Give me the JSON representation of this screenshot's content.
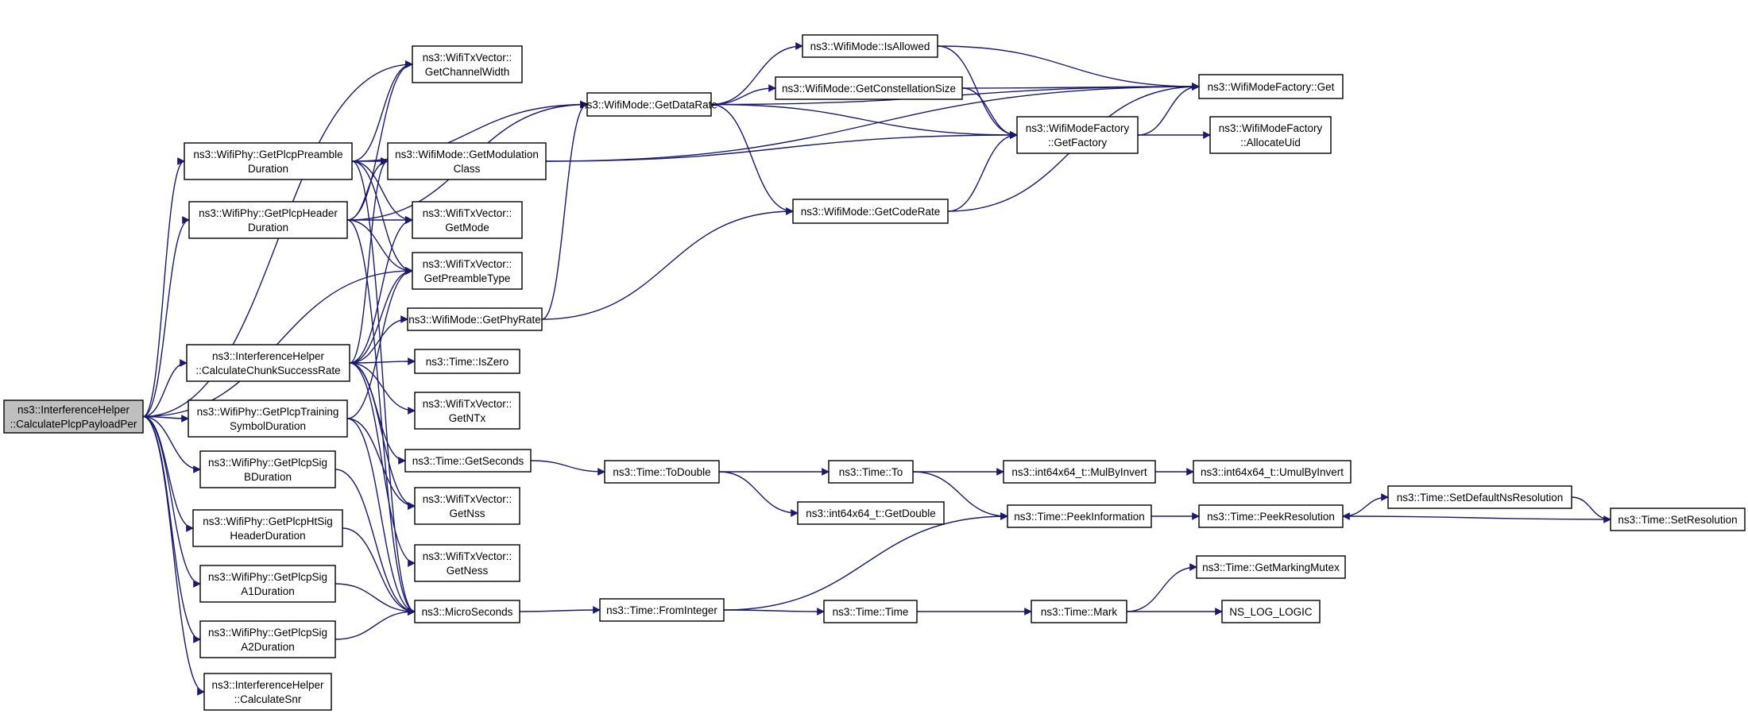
{
  "graph": {
    "type": "call-graph",
    "root": "root",
    "colors": {
      "edge": "#191970",
      "root_fill": "#bfbfbf",
      "node_fill": "#ffffff",
      "border": "#000000"
    },
    "nodes": {
      "root": [
        "ns3::InterferenceHelper",
        "::CalculatePlcpPayloadPer"
      ],
      "n1": [
        "ns3::WifiTxVector::",
        "GetChannelWidth"
      ],
      "n2": [
        "ns3::WifiPhy::GetPlcpPreamble",
        "Duration"
      ],
      "n3": [
        "ns3::WifiMode::GetModulation",
        "Class"
      ],
      "n4": [
        "ns3::WifiPhy::GetPlcpHeader",
        "Duration"
      ],
      "n5": [
        "ns3::WifiTxVector::",
        "GetMode"
      ],
      "n6": [
        "ns3::WifiTxVector::",
        "GetPreambleType"
      ],
      "n7": [
        "ns3::WifiMode::GetPhyRate"
      ],
      "n8": [
        "ns3::InterferenceHelper",
        "::CalculateChunkSuccessRate"
      ],
      "n9": [
        "ns3::Time::IsZero"
      ],
      "n10": [
        "ns3::WifiTxVector::",
        "GetNTx"
      ],
      "n11": [
        "ns3::WifiPhy::GetPlcpTraining",
        "SymbolDuration"
      ],
      "n12": [
        "ns3::Time::GetSeconds"
      ],
      "n13": [
        "ns3::WifiPhy::GetPlcpSig",
        "BDuration"
      ],
      "n14": [
        "ns3::WifiTxVector::",
        "GetNss"
      ],
      "n15": [
        "ns3::WifiPhy::GetPlcpHtSig",
        "HeaderDuration"
      ],
      "n16": [
        "ns3::WifiTxVector::",
        "GetNess"
      ],
      "n17": [
        "ns3::WifiPhy::GetPlcpSig",
        "A1Duration"
      ],
      "n18": [
        "ns3::MicroSeconds"
      ],
      "n19": [
        "ns3::WifiPhy::GetPlcpSig",
        "A2Duration"
      ],
      "n20": [
        "ns3::InterferenceHelper",
        "::CalculateSnr"
      ],
      "n21": [
        "ns3::WifiMode::GetDataRate"
      ],
      "n22": [
        "ns3::Time::ToDouble"
      ],
      "n23": [
        "ns3::Time::FromInteger"
      ],
      "n24": [
        "ns3::WifiMode::IsAllowed"
      ],
      "n25": [
        "ns3::WifiMode::GetConstellationSize"
      ],
      "n26": [
        "ns3::WifiMode::GetCodeRate"
      ],
      "n27": [
        "ns3::Time::To"
      ],
      "n28": [
        "ns3::int64x64_t::GetDouble"
      ],
      "n29": [
        "ns3::Time::Time"
      ],
      "n30": [
        "ns3::WifiModeFactory::Get"
      ],
      "n31": [
        "ns3::WifiModeFactory",
        "::GetFactory"
      ],
      "n32": [
        "ns3::int64x64_t::MulByInvert"
      ],
      "n33": [
        "ns3::Time::PeekInformation"
      ],
      "n34": [
        "ns3::Time::Mark"
      ],
      "n35": [
        "ns3::WifiModeFactory",
        "::AllocateUid"
      ],
      "n36": [
        "ns3::int64x64_t::UmulByInvert"
      ],
      "n37": [
        "ns3::Time::PeekResolution"
      ],
      "n38": [
        "ns3::Time::GetMarkingMutex"
      ],
      "n39": [
        "NS_LOG_LOGIC"
      ],
      "n40": [
        "ns3::Time::SetDefaultNsResolution"
      ],
      "n41": [
        "ns3::Time::SetResolution"
      ]
    },
    "edges": [
      [
        "root",
        "n1"
      ],
      [
        "root",
        "n2"
      ],
      [
        "root",
        "n4"
      ],
      [
        "root",
        "n6"
      ],
      [
        "root",
        "n8"
      ],
      [
        "root",
        "n11"
      ],
      [
        "root",
        "n13"
      ],
      [
        "root",
        "n15"
      ],
      [
        "root",
        "n17"
      ],
      [
        "root",
        "n19"
      ],
      [
        "root",
        "n20"
      ],
      [
        "n2",
        "n1"
      ],
      [
        "n2",
        "n3"
      ],
      [
        "n2",
        "n5"
      ],
      [
        "n2",
        "n6"
      ],
      [
        "n2",
        "n21"
      ],
      [
        "n2",
        "n18"
      ],
      [
        "n4",
        "n1"
      ],
      [
        "n4",
        "n3"
      ],
      [
        "n4",
        "n5"
      ],
      [
        "n4",
        "n6"
      ],
      [
        "n4",
        "n21"
      ],
      [
        "n4",
        "n18"
      ],
      [
        "n8",
        "n3"
      ],
      [
        "n8",
        "n5"
      ],
      [
        "n8",
        "n6"
      ],
      [
        "n8",
        "n7"
      ],
      [
        "n8",
        "n9"
      ],
      [
        "n8",
        "n10"
      ],
      [
        "n8",
        "n12"
      ],
      [
        "n8",
        "n14"
      ],
      [
        "n8",
        "n16"
      ],
      [
        "n11",
        "n6"
      ],
      [
        "n11",
        "n14"
      ],
      [
        "n11",
        "n18"
      ],
      [
        "n13",
        "n18"
      ],
      [
        "n15",
        "n18"
      ],
      [
        "n17",
        "n18"
      ],
      [
        "n19",
        "n18"
      ],
      [
        "n7",
        "n21"
      ],
      [
        "n7",
        "n26"
      ],
      [
        "n3",
        "n31"
      ],
      [
        "n3",
        "n30"
      ],
      [
        "n21",
        "n24"
      ],
      [
        "n21",
        "n25"
      ],
      [
        "n21",
        "n26"
      ],
      [
        "n21",
        "n30"
      ],
      [
        "n21",
        "n31"
      ],
      [
        "n24",
        "n30"
      ],
      [
        "n24",
        "n31"
      ],
      [
        "n25",
        "n30"
      ],
      [
        "n25",
        "n31"
      ],
      [
        "n26",
        "n31"
      ],
      [
        "n26",
        "n30"
      ],
      [
        "n31",
        "n30"
      ],
      [
        "n31",
        "n35"
      ],
      [
        "n12",
        "n22"
      ],
      [
        "n22",
        "n27"
      ],
      [
        "n22",
        "n28"
      ],
      [
        "n27",
        "n32"
      ],
      [
        "n27",
        "n33"
      ],
      [
        "n32",
        "n36"
      ],
      [
        "n33",
        "n37"
      ],
      [
        "n37",
        "n40"
      ],
      [
        "n40",
        "n41"
      ],
      [
        "n41",
        "n37"
      ],
      [
        "n18",
        "n23"
      ],
      [
        "n23",
        "n29"
      ],
      [
        "n23",
        "n33"
      ],
      [
        "n29",
        "n34"
      ],
      [
        "n34",
        "n38"
      ],
      [
        "n34",
        "n39"
      ]
    ]
  }
}
